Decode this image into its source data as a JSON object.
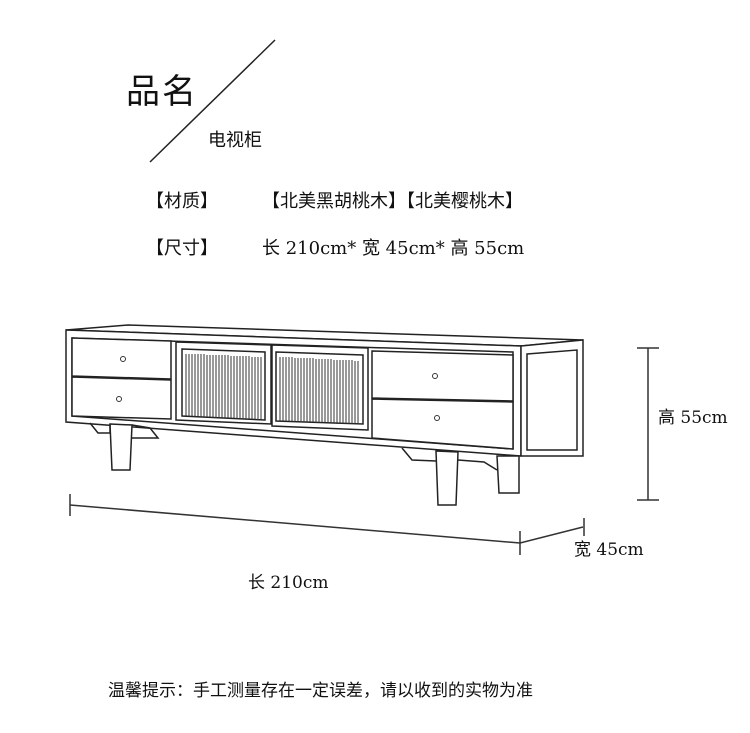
{
  "header": {
    "title": "品名",
    "product_name": "电视柜"
  },
  "specs": {
    "material_label": "【材质】",
    "material_value": "【北美黑胡桃木】【北美樱桃木】",
    "size_label": "【尺寸】",
    "size_value": "长 210cm* 宽 45cm* 高 55cm"
  },
  "dimensions": {
    "height": "高 55cm",
    "width": "宽 45cm",
    "length": "长 210cm"
  },
  "footer": {
    "notice": "温馨提示：手工测量存在一定误差，请以收到的实物为准"
  }
}
